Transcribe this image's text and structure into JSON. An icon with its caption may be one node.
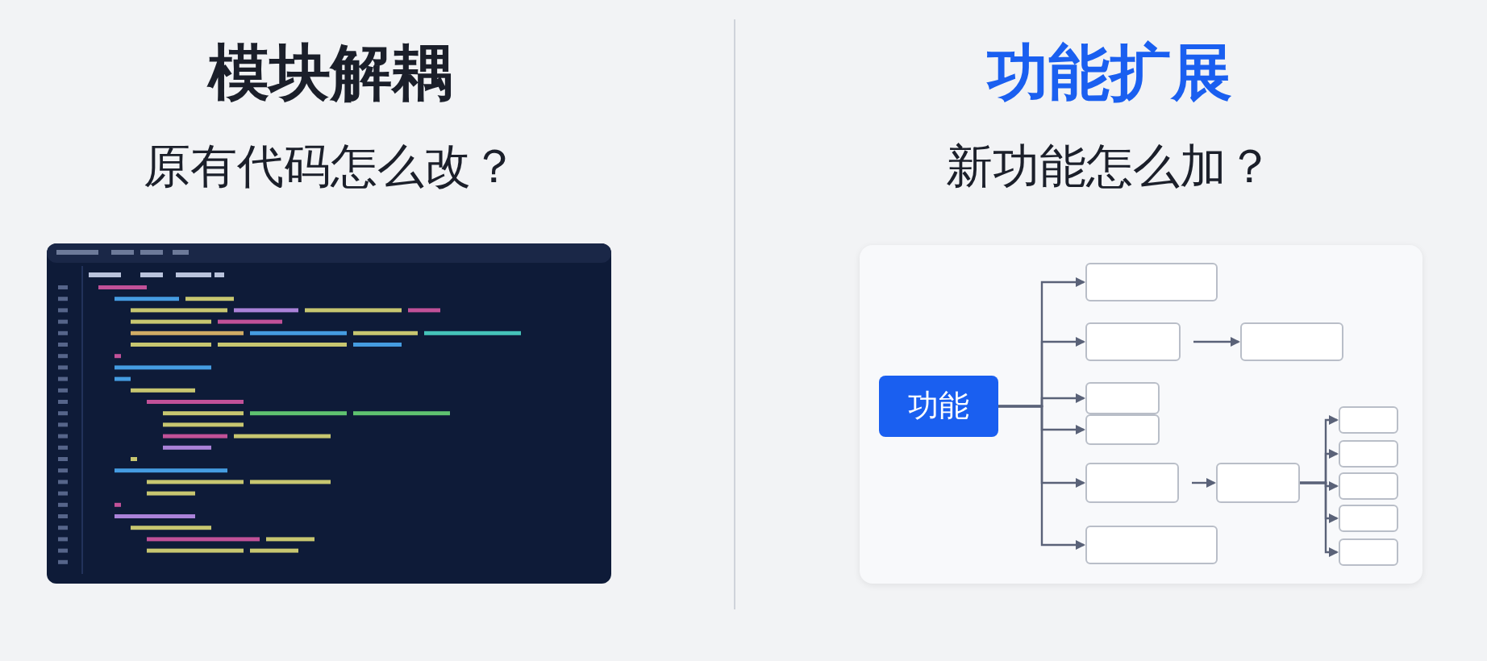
{
  "diagram": {
    "nodes": [
      {
        "text": [
          "功能"
        ]
      },
      {
        "text": [],
        "shape": "box"
      },
      {
        "text": [],
        "shape": "box"
      },
      {
        "text": [],
        "shape": "box"
      },
      {
        "text": [],
        "shape": "box"
      },
      {
        "text": [],
        "shape": "box"
      },
      {
        "text": [],
        "shape": "box"
      },
      {
        "text": [],
        "shape": "box"
      },
      {
        "text": [],
        "shape": "box"
      },
      {
        "text": [],
        "shape": "box"
      },
      {
        "text": [],
        "shape": "box"
      },
      {
        "text": [],
        "shape": "box"
      },
      {
        "text": [],
        "shape": "box"
      },
      {
        "text": [],
        "shape": "box"
      }
    ],
    "edges": [
      {
        "from": 0,
        "to": 1,
        "arrow": "to"
      },
      {
        "from": 0,
        "to": 2,
        "arrow": "to"
      },
      {
        "from": 0,
        "to": 3,
        "arrow": "to"
      },
      {
        "from": 0,
        "to": 4,
        "arrow": "to"
      },
      {
        "from": 0,
        "to": 5,
        "arrow": "to"
      },
      {
        "from": 0,
        "to": 6,
        "arrow": "to"
      },
      {
        "from": 2,
        "to": 7,
        "arrow": "to"
      },
      {
        "from": 5,
        "to": 8,
        "arrow": "to"
      },
      {
        "from": 8,
        "to": 9,
        "arrow": "to"
      },
      {
        "from": 8,
        "to": 10,
        "arrow": "to"
      },
      {
        "from": 8,
        "to": 11,
        "arrow": "to"
      },
      {
        "from": 8,
        "to": 12,
        "arrow": "to"
      },
      {
        "from": 8,
        "to": 13,
        "arrow": "to"
      }
    ],
    "labels": [
      "模块解耦",
      "原有代码怎么改？",
      "功能扩展",
      "新功能怎么加？"
    ]
  }
}
